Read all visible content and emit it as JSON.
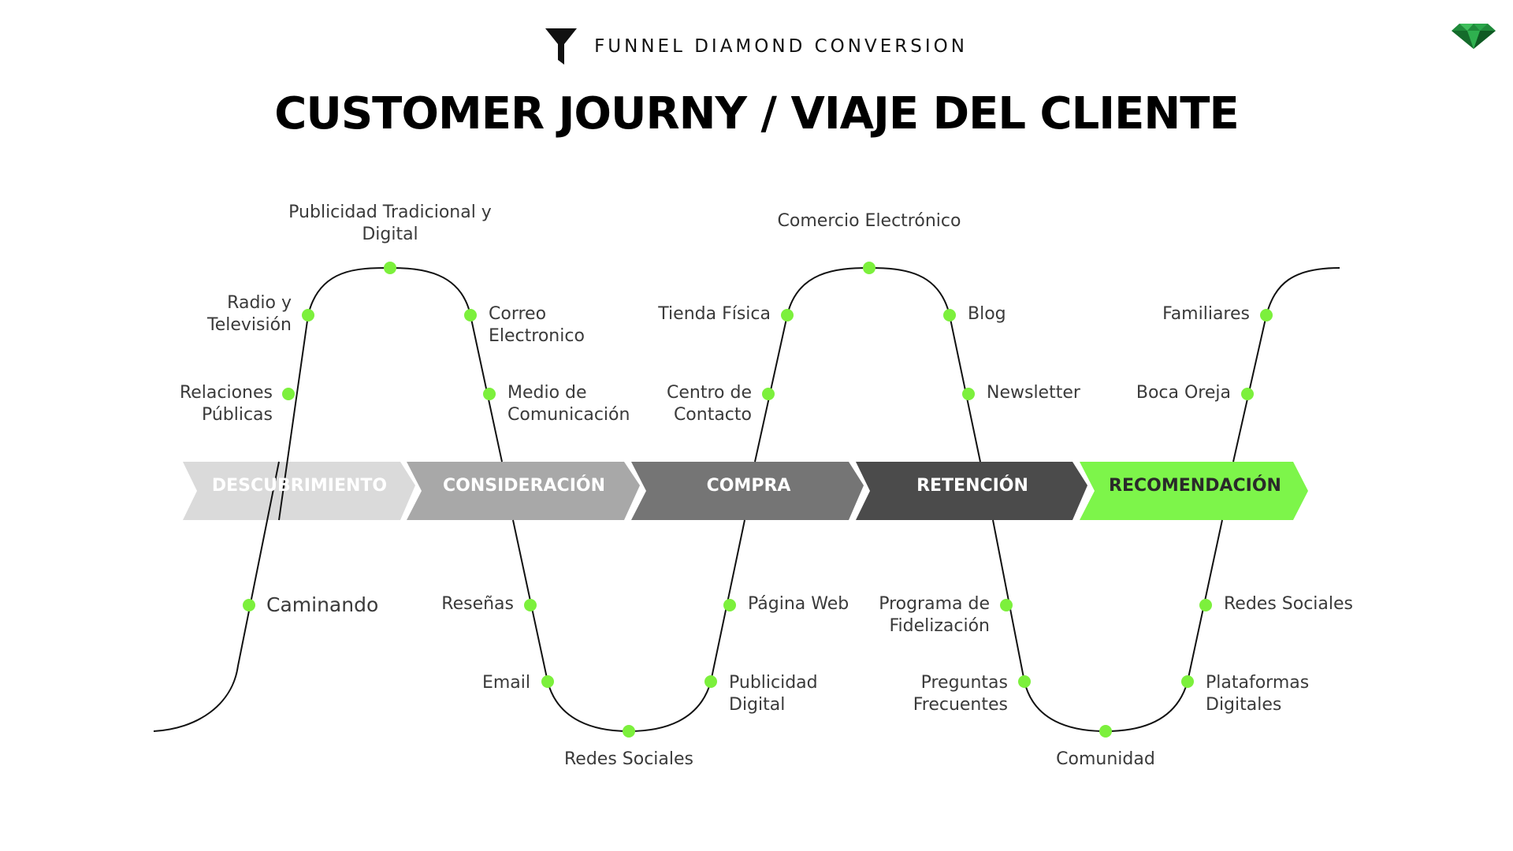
{
  "header": {
    "brand": "FUNNEL DIAMOND CONVERSION",
    "title": "CUSTOMER JOURNY / VIAJE DEL CLIENTE"
  },
  "colors": {
    "dot": "#7cf03c",
    "curve": "#111111",
    "stage_1": "#dadada",
    "stage_2": "#a8a8a8",
    "stage_3": "#757575",
    "stage_4": "#4b4b4b",
    "stage_5": "#7df54a"
  },
  "stages": [
    {
      "label": "DESCUBRIMIENTO"
    },
    {
      "label": "CONSIDERACIÓN"
    },
    {
      "label": "COMPRA"
    },
    {
      "label": "RETENCIÓN"
    },
    {
      "label": "RECOMENDACIÓN"
    }
  ],
  "touchpoints": {
    "publicidad_tradicional_digital": "Publicidad Tradicional y\nDigital",
    "radio_television": "Radio y\nTelevisión",
    "relaciones_publicas": "Relaciones\nPúblicas",
    "caminando": "Caminando",
    "correo_electronico": "Correo\nElectronico",
    "medio_comunicacion": "Medio de\nComunicación",
    "resenas": "Reseñas",
    "email": "Email",
    "redes_sociales_1": "Redes Sociales",
    "comercio_electronico": "Comercio Electrónico",
    "tienda_fisica": "Tienda Física",
    "centro_contacto": "Centro de\nContacto",
    "pagina_web": "Página Web",
    "publicidad_digital": "Publicidad\nDigital",
    "blog": "Blog",
    "newsletter": "Newsletter",
    "programa_fidelizacion": "Programa de\nFidelización",
    "preguntas_frecuentes": "Preguntas\nFrecuentes",
    "comunidad": "Comunidad",
    "familiares": "Familiares",
    "boca_oreja": "Boca Oreja",
    "redes_sociales_2": "Redes Sociales",
    "plataformas_digitales": "Plataformas\nDigitales"
  }
}
